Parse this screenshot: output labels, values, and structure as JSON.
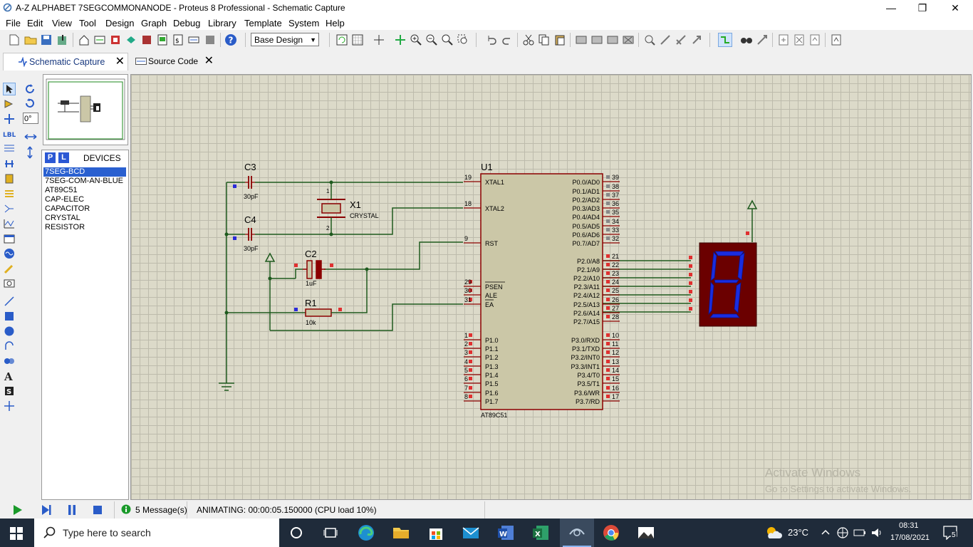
{
  "window": {
    "title": "A-Z ALPHABET 7SEGCOMMONANODE - Proteus 8 Professional - Schematic Capture",
    "minimize": "—",
    "restore": "❐",
    "close": "✕"
  },
  "menu": [
    "File",
    "Edit",
    "View",
    "Tool",
    "Design",
    "Graph",
    "Debug",
    "Library",
    "Template",
    "System",
    "Help"
  ],
  "toolbar": {
    "design_select": "Base Design"
  },
  "tabs": [
    {
      "label": "Schematic Capture",
      "icon": "schematic-icon",
      "active": true
    },
    {
      "label": "Source Code",
      "icon": "source-code-icon",
      "active": false
    }
  ],
  "rotation": {
    "angle": "0°"
  },
  "devices": {
    "header": "DEVICES",
    "p_button": "P",
    "l_button": "L",
    "items": [
      "7SEG-BCD",
      "7SEG-COM-AN-BLUE",
      "AT89C51",
      "CAP-ELEC",
      "CAPACITOR",
      "CRYSTAL",
      "RESISTOR"
    ],
    "selected": "7SEG-BCD"
  },
  "schematic": {
    "u1": {
      "ref": "U1",
      "part": "AT89C51",
      "left_pins": [
        {
          "num": "19",
          "name": "XTAL1"
        },
        {
          "num": "18",
          "name": "XTAL2"
        },
        {
          "num": "9",
          "name": "RST"
        },
        {
          "num": "29",
          "name": "PSEN"
        },
        {
          "num": "30",
          "name": "ALE"
        },
        {
          "num": "31",
          "name": "EA"
        },
        {
          "num": "1",
          "name": "P1.0"
        },
        {
          "num": "2",
          "name": "P1.1"
        },
        {
          "num": "3",
          "name": "P1.2"
        },
        {
          "num": "4",
          "name": "P1.3"
        },
        {
          "num": "5",
          "name": "P1.4"
        },
        {
          "num": "6",
          "name": "P1.5"
        },
        {
          "num": "7",
          "name": "P1.6"
        },
        {
          "num": "8",
          "name": "P1.7"
        }
      ],
      "right_pins": [
        {
          "num": "39",
          "name": "P0.0/AD0"
        },
        {
          "num": "38",
          "name": "P0.1/AD1"
        },
        {
          "num": "37",
          "name": "P0.2/AD2"
        },
        {
          "num": "36",
          "name": "P0.3/AD3"
        },
        {
          "num": "35",
          "name": "P0.4/AD4"
        },
        {
          "num": "34",
          "name": "P0.5/AD5"
        },
        {
          "num": "33",
          "name": "P0.6/AD6"
        },
        {
          "num": "32",
          "name": "P0.7/AD7"
        },
        {
          "num": "21",
          "name": "P2.0/A8"
        },
        {
          "num": "22",
          "name": "P2.1/A9"
        },
        {
          "num": "23",
          "name": "P2.2/A10"
        },
        {
          "num": "24",
          "name": "P2.3/A11"
        },
        {
          "num": "25",
          "name": "P2.4/A12"
        },
        {
          "num": "26",
          "name": "P2.5/A13"
        },
        {
          "num": "27",
          "name": "P2.6/A14"
        },
        {
          "num": "28",
          "name": "P2.7/A15"
        },
        {
          "num": "10",
          "name": "P3.0/RXD"
        },
        {
          "num": "11",
          "name": "P3.1/TXD"
        },
        {
          "num": "12",
          "name": "P3.2/INT0"
        },
        {
          "num": "13",
          "name": "P3.3/INT1"
        },
        {
          "num": "14",
          "name": "P3.4/T0"
        },
        {
          "num": "15",
          "name": "P3.5/T1"
        },
        {
          "num": "16",
          "name": "P3.6/WR"
        },
        {
          "num": "17",
          "name": "P3.7/RD"
        }
      ]
    },
    "c3": {
      "ref": "C3",
      "value": "30pF"
    },
    "c4": {
      "ref": "C4",
      "value": "30pF"
    },
    "x1": {
      "ref": "X1",
      "value": "CRYSTAL"
    },
    "c2": {
      "ref": "C2",
      "value": "1uF"
    },
    "r1": {
      "ref": "R1",
      "value": "10k"
    },
    "x1_pin1": "1",
    "x1_pin2": "2"
  },
  "watermark": {
    "line1": "Activate Windows",
    "line2": "Go to Settings to activate Windows."
  },
  "status": {
    "messages": "5 Message(s)",
    "animating": "ANIMATING: 00:00:05.150000 (CPU load 10%)"
  },
  "taskbar": {
    "search_placeholder": "Type here to search",
    "temperature": "23°C",
    "time": "08:31",
    "date": "17/08/2021",
    "notifications": "5"
  },
  "colors": {
    "wire": "#1e5a1e",
    "component": "#8b0000",
    "body": "#cbc7a7",
    "canvas": "#dcdac9",
    "seg": "#1a2de0"
  }
}
